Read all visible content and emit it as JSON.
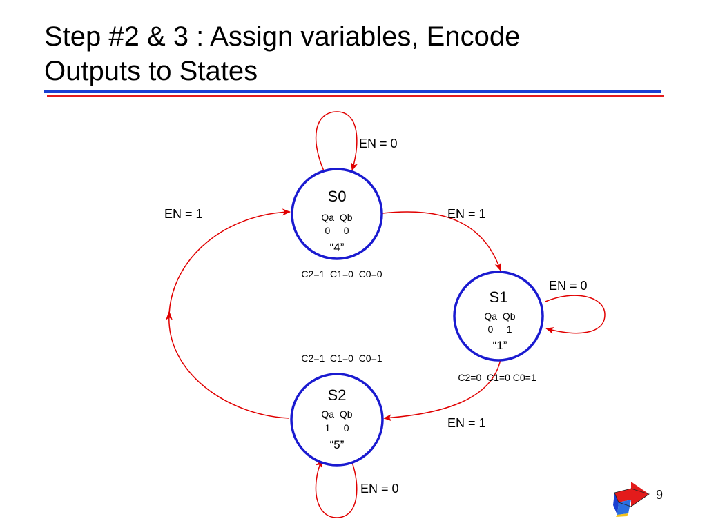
{
  "slide": {
    "title_line1": "Step #2 & 3 : Assign variables, Encode",
    "title_line2": "Outputs to States",
    "page_number": "9",
    "logo_icon": "colored-arrow-logo-icon"
  },
  "colors": {
    "state_border": "#1a1ad0",
    "arrow": "#e00000",
    "rule_blue": "#1a3fd1",
    "rule_red": "#e31b1b"
  },
  "states": {
    "s0": {
      "name": "S0",
      "vars": "Qa  Qb",
      "vals": "0     0",
      "code": "“4”",
      "outputs": "C2=1  C1=0  C0=0"
    },
    "s1": {
      "name": "S1",
      "vars": "Qa  Qb",
      "vals": "0     1",
      "code": "“1”",
      "outputs": "C2=0  C1=0 C0=1"
    },
    "s2": {
      "name": "S2",
      "vars": "Qa  Qb",
      "vals": "1     0",
      "code": "“5”",
      "outputs": "C2=1  C1=0  C0=1"
    }
  },
  "transitions": {
    "s0_self": "EN = 0",
    "s0_to_s1": "EN = 1",
    "s1_self": "EN = 0",
    "s1_to_s2": "EN = 1",
    "s2_self": "EN = 0",
    "s2_to_s0": "EN = 1"
  }
}
